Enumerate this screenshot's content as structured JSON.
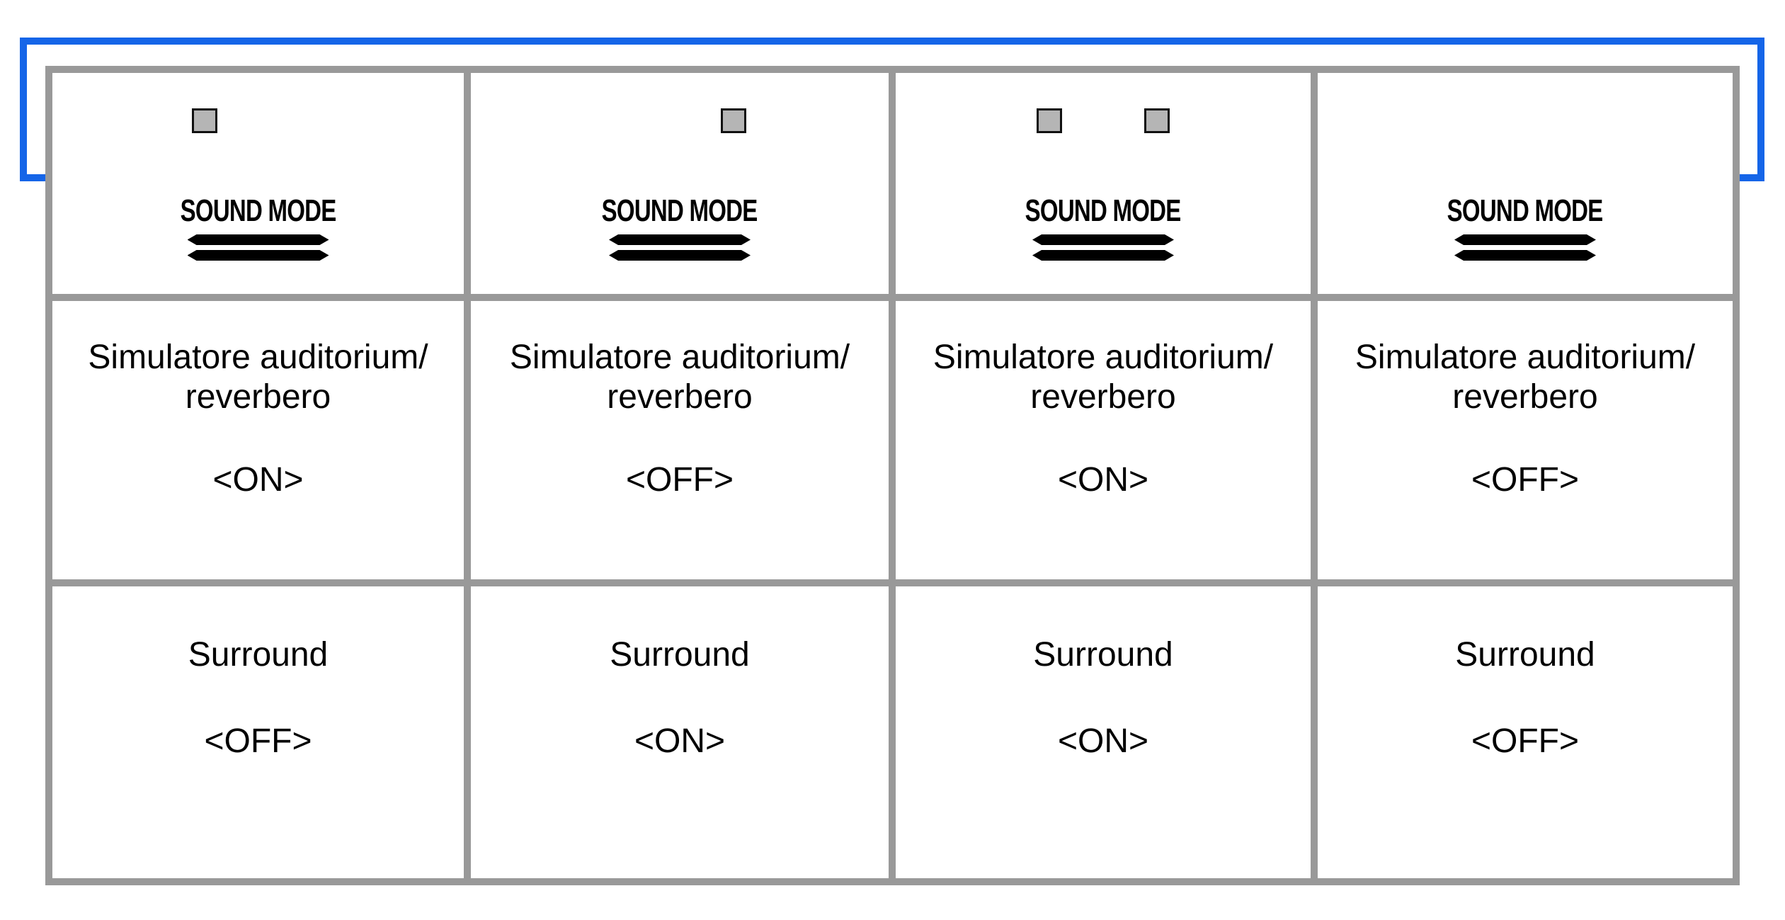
{
  "colors": {
    "line-blue": "#1565e8",
    "border-gray": "#999999",
    "indicator-fill": "#b5b5b5",
    "ink-black": "#000000"
  },
  "button_label": "SOUND MODE",
  "labels": {
    "simulatore_line1": "Simulatore auditorium/",
    "simulatore_line2": "reverbero",
    "surround": "Surround"
  },
  "steps": [
    {
      "id": "step-1",
      "indicators": {
        "left": true,
        "right": false
      },
      "simulatore_value": "<ON>",
      "surround_value": "<OFF>"
    },
    {
      "id": "step-2",
      "indicators": {
        "left": false,
        "right": true
      },
      "simulatore_value": "<OFF>",
      "surround_value": "<ON>"
    },
    {
      "id": "step-3",
      "indicators": {
        "left": true,
        "right": true
      },
      "simulatore_value": "<ON>",
      "surround_value": "<ON>"
    },
    {
      "id": "step-4",
      "indicators": {
        "left": false,
        "right": false
      },
      "simulatore_value": "<OFF>",
      "surround_value": "<OFF>"
    }
  ]
}
